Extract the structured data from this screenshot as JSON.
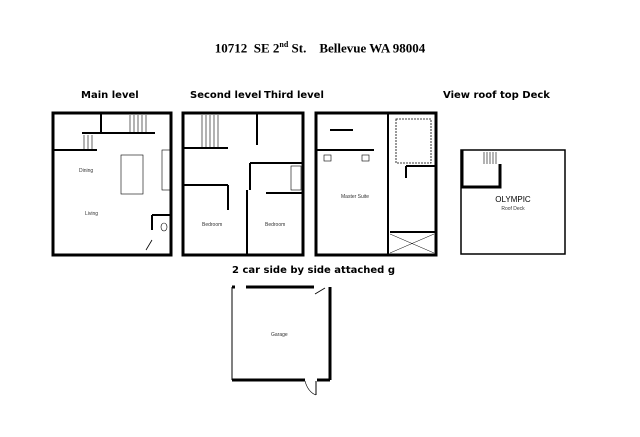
{
  "title": {
    "number": "10712",
    "street_pre": "SE 2",
    "street_sup": "nd",
    "street_post": "St.",
    "city": "Bellevue WA 98004"
  },
  "levels": [
    {
      "label": "Main level",
      "rooms": [
        "Dining",
        "Living"
      ]
    },
    {
      "label": "Second level",
      "rooms": [
        "Bedroom",
        "Bedroom"
      ]
    },
    {
      "label": "Third level",
      "rooms": [
        "Master Suite"
      ]
    },
    {
      "label": "View roof top Deck",
      "rooms": [
        "OLYMPIC",
        "Roof Deck"
      ]
    }
  ],
  "garage": {
    "label": "2 car side by side attached g",
    "room": "Garage"
  }
}
